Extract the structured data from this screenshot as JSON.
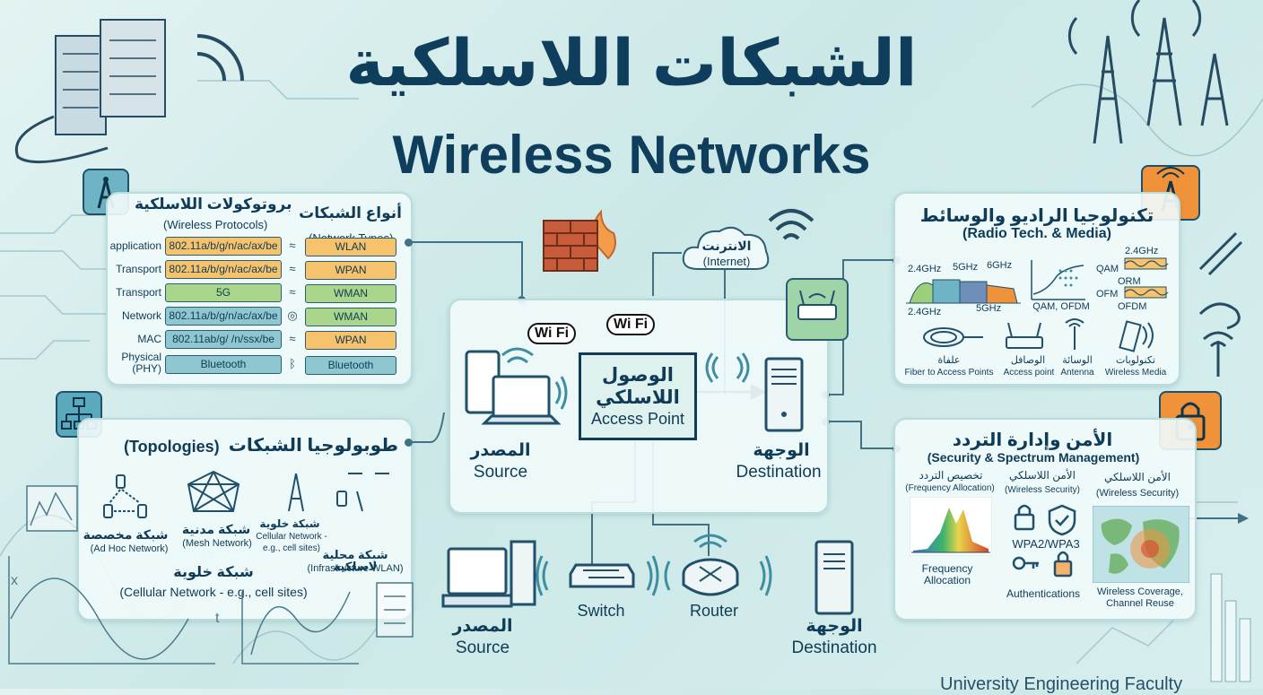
{
  "title_ar": "الشبكات اللاسلكية",
  "title_en": "Wireless Networks",
  "protocols": {
    "title_ar_right": "أنواع الشبكات",
    "title_ar_left": "بروتوكولات اللاسلكية",
    "title_en_left": "(Wireless Protocols)",
    "title_en_right": "(Network Types)",
    "rows": [
      {
        "layer": "application",
        "protocol": "802.11a/b/g/n/ac/ax/be",
        "type": "WLAN"
      },
      {
        "layer": "Transport",
        "protocol": "802.11a/b/g/n/ac/ax/be",
        "type": "WPAN"
      },
      {
        "layer": "Transport",
        "protocol": "5G",
        "type": "WMAN"
      },
      {
        "layer": "Network",
        "protocol": "802.11a/b/g/n/ac/ax/be",
        "type": "WMAN"
      },
      {
        "layer": "MAC",
        "protocol": "802.11ab/g/ /n/ssx/be",
        "type": "WPAN"
      },
      {
        "layer": "Physical (PHY)",
        "protocol": "Bluetooth",
        "type": "Bluetooth"
      }
    ]
  },
  "topologies": {
    "title_ar": "طوبولوجيا الشبكات",
    "title_en": "(Topologies)",
    "items": [
      {
        "ar": "شبكة مخصصة",
        "en": "(Ad Hoc Network)"
      },
      {
        "ar": "شبكة مدنية",
        "en": "(Mesh Network)"
      },
      {
        "ar": "شبكة خلوية",
        "en": "Cellular Network - e.g., cell sites)"
      },
      {
        "ar": "شبكة محلية لاسلكية",
        "en": "(Infrastructure WLAN)"
      }
    ],
    "bottom_ar": "شبكة خلوية",
    "bottom_en": "(Cellular Network - e.g., cell sites)"
  },
  "center": {
    "wifi_label": "Wi Fi",
    "internet_ar": "الانترنت",
    "internet_en": "(Internet)",
    "ap_ar": "الوصول اللاسلكي",
    "ap_en": "Access Point",
    "source_ar": "المصدر",
    "source_en": "Source",
    "dest_ar": "الوجهة",
    "dest_en": "Destination"
  },
  "bottom_flow": {
    "source_ar": "المصدر",
    "source_en": "Source",
    "switch": "Switch",
    "router": "Router",
    "dest_ar": "الوجهة",
    "dest_en": "Destination"
  },
  "radio": {
    "title_ar": "تكنولوجيا الراديو والوسائط",
    "title_en": "(Radio Tech. & Media)",
    "freq_labels": [
      "2.4GHz",
      "5GHz",
      "6GHz",
      "2.4GHz",
      "5GHz"
    ],
    "qam_label": "QAM, OFDM",
    "mod_labels": [
      "QAM",
      "ORM",
      "OFM",
      "OFDM",
      "2.4GHz"
    ],
    "media": [
      {
        "ar": "علفاة",
        "en": "Fiber to Access Points"
      },
      {
        "ar": "الوصافل",
        "en": "Access point"
      },
      {
        "ar": "الوسائة",
        "en": "Antenna"
      },
      {
        "ar": "تكنولوبات",
        "en": "Wireless Media"
      }
    ]
  },
  "security": {
    "title_ar": "الأمن وإدارة التردد",
    "title_en": "(Security & Spectrum Management)",
    "col1_ar": "تخصيص التردد",
    "col1_en": "(Frequency Allocation)",
    "col2_ar": "الأمن اللاسلكي",
    "col2_en": "(Wireless Security)",
    "col3_ar": "الأمن اللاسلكي",
    "col3_en": "(Wireless Security)",
    "freq_caption": "Frequency Allocation",
    "wpa": "WPA2/WPA3",
    "auth": "Authentications",
    "coverage": "Wireless Coverage, Channel Reuse"
  },
  "footer": "University Engineering Faculty",
  "colors": {
    "navy": "#0f3b57",
    "orange": "#f0923a",
    "green": "#a9d68a",
    "teal": "#3f8ea0"
  }
}
